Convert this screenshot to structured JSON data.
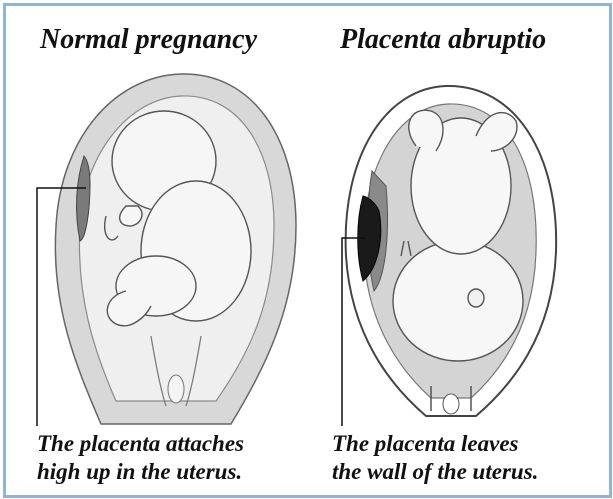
{
  "panels": [
    {
      "title": "Normal pregnancy",
      "caption_line1": "The placenta attaches",
      "caption_line2": "high up in the uterus."
    },
    {
      "title": "Placenta abruptio",
      "caption_line1": "The placenta leaves",
      "caption_line2": "the wall of the uterus."
    }
  ],
  "colors": {
    "frame_border": "#8fb3d9",
    "uterus_wall": "#bdbdbd",
    "placenta_detached": "#1a1a1a",
    "blood": "#8a8a8a"
  }
}
